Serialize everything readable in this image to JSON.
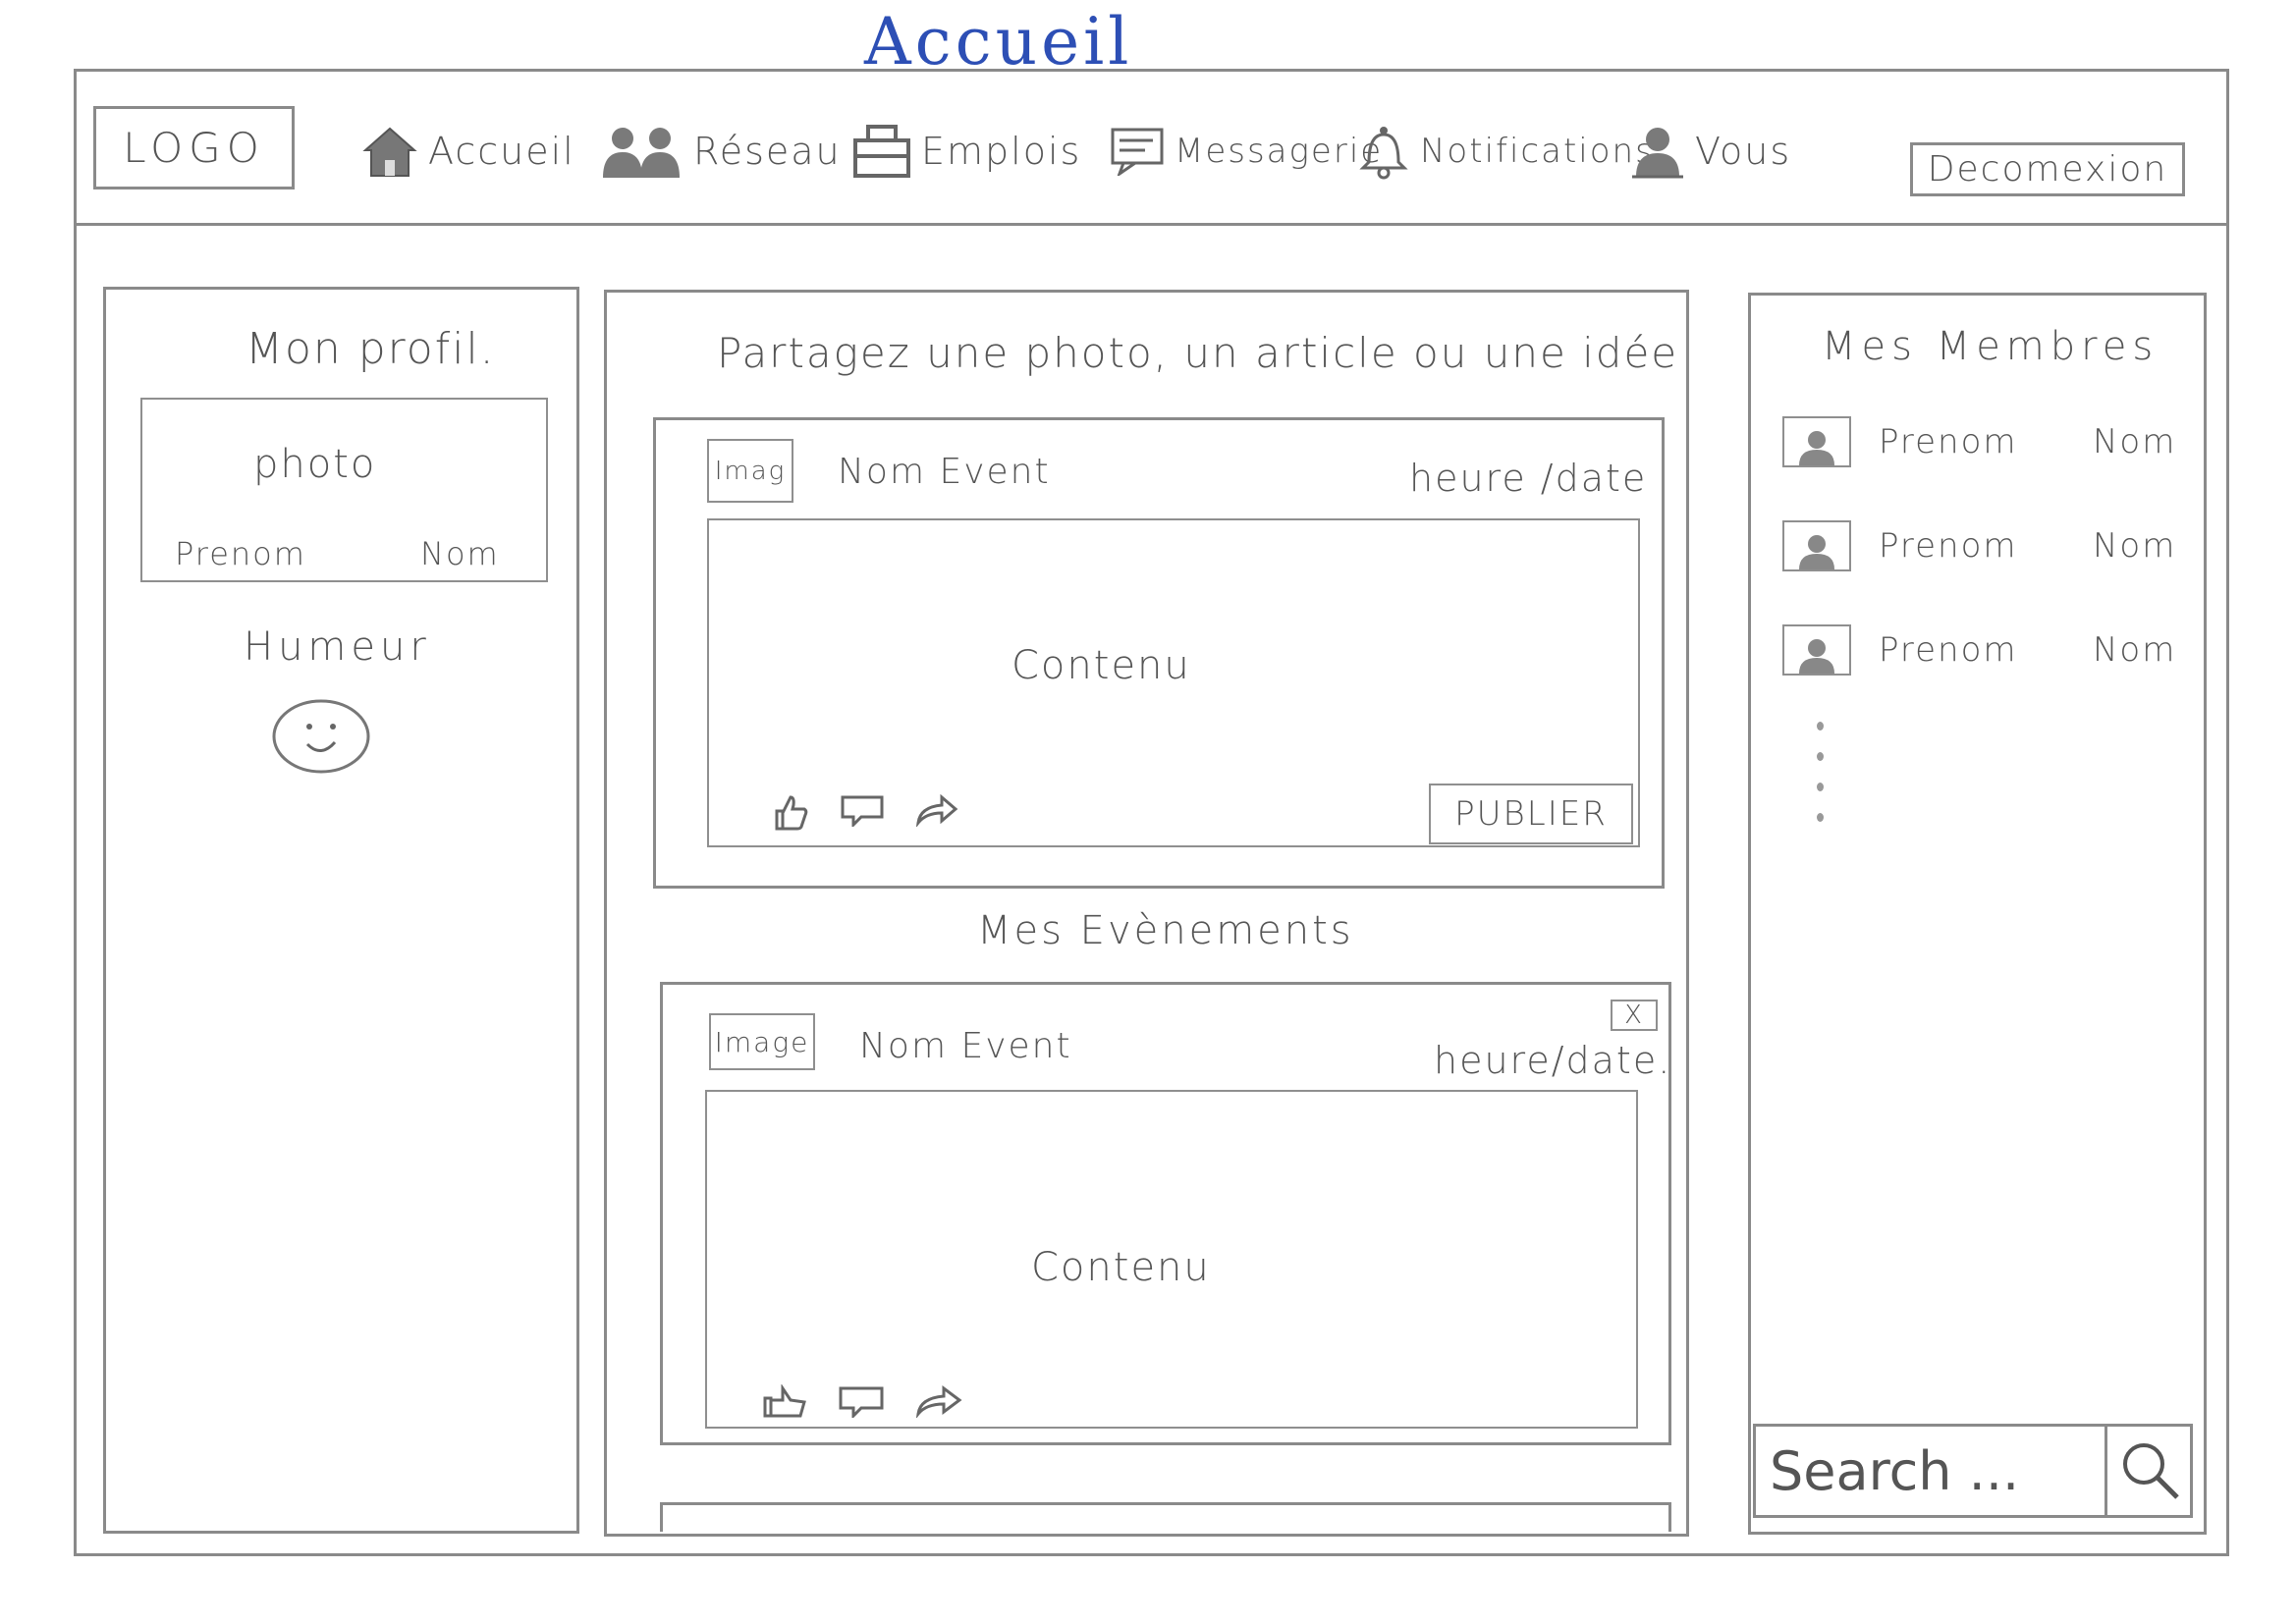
{
  "page": {
    "title": "Accueil"
  },
  "header": {
    "logo": "LOGO",
    "nav": [
      {
        "label": "Accueil",
        "icon": "home-icon"
      },
      {
        "label": "Réseau",
        "icon": "network-icon"
      },
      {
        "label": "Emplois",
        "icon": "briefcase-icon"
      },
      {
        "label": "Messagerie",
        "icon": "message-icon"
      },
      {
        "label": "Notifications",
        "icon": "bell-icon"
      },
      {
        "label": "Vous",
        "icon": "user-icon"
      }
    ],
    "logout": "Decomexion"
  },
  "left": {
    "title": "Mon profil.",
    "photo": "photo",
    "first_name": "Prenom",
    "last_name": "Nom",
    "mood_label": "Humeur",
    "mood_icon": "smiley-icon"
  },
  "center": {
    "share_prompt": "Partagez une photo, un article ou une idée",
    "post": {
      "thumb": "Imag",
      "name": "Nom Event",
      "time": "heure /date",
      "content": "Contenu",
      "publish": "PUBLIER"
    },
    "events_title": "Mes Evènements",
    "event": {
      "thumb": "Image",
      "name": "Nom Event",
      "time": "heure/date.",
      "content": "Contenu",
      "close": "X"
    }
  },
  "right": {
    "title": "Mes Membres",
    "members": [
      {
        "first": "Prenom",
        "last": "Nom"
      },
      {
        "first": "Prenom",
        "last": "Nom"
      },
      {
        "first": "Prenom",
        "last": "Nom"
      }
    ],
    "search_placeholder": "Search ..."
  }
}
